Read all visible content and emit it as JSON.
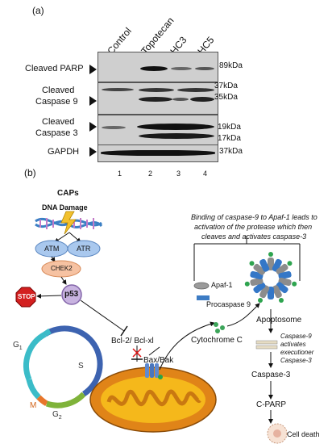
{
  "panel_a": {
    "label": "(a)",
    "lanes": [
      "Control",
      "Topotecan",
      "HC3",
      "HC5"
    ],
    "lane_numbers": [
      "1",
      "2",
      "3",
      "4"
    ],
    "rows": [
      {
        "label": "Cleaved PARP",
        "sizes": [
          "89kDa"
        ]
      },
      {
        "label1": "Cleaved",
        "label2": "Caspase 9",
        "sizes": [
          "37kDa",
          "35kDa"
        ]
      },
      {
        "label1": "Cleaved",
        "label2": "Caspase 3",
        "sizes": [
          "19kDa",
          "17kDa"
        ]
      },
      {
        "label": "GAPDH",
        "sizes": [
          "37kDa"
        ]
      }
    ]
  },
  "panel_b": {
    "label": "(b)",
    "caps": "CAPs",
    "dna_damage": "DNA Damage",
    "atm": "ATM",
    "atr": "ATR",
    "chek2": "CHEK2",
    "p53": "p53",
    "stop": "STOP",
    "cycle": {
      "g1": "G",
      "g1_sub": "1",
      "s": "S",
      "g2": "G",
      "g2_sub": "2",
      "m": "M"
    },
    "bcl": "Bcl-2/ Bcl-xl",
    "baxbak": "Bax/Bak",
    "cytochrome": "Cytochrome C",
    "binding_text": [
      "Binding of caspase-9 to Apaf-1 leads to",
      "activation of the protease which then",
      "cleaves and activates caspase-3"
    ],
    "apaf1": "Apaf-1",
    "procaspase9": "Procaspase 9",
    "apoptosome": "Apoptosome",
    "casp9_text": [
      "Caspase-9",
      "activates",
      "executioner",
      "Caspase-3"
    ],
    "caspase3": "Caspase-3",
    "cparp": "C-PARP",
    "cell_death": "Cell death"
  }
}
